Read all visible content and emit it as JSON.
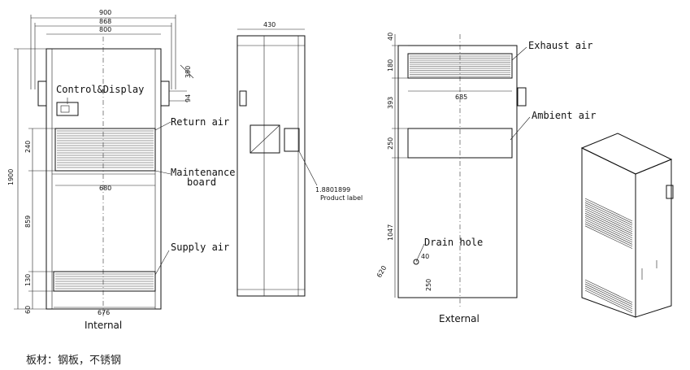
{
  "views": {
    "internal": {
      "caption": "Internal",
      "dims_top": [
        "900",
        "868",
        "800"
      ],
      "dims_left": [
        "1900",
        "240",
        "859",
        "130",
        "60"
      ],
      "dims_right": [
        "390",
        "94"
      ],
      "dim_mid": "680",
      "dim_bottom": "676",
      "callouts": [
        "Control&Display",
        "Return air",
        "Maintenance",
        "board",
        "Supply air"
      ]
    },
    "side": {
      "dim_top": "430",
      "callouts": [
        "1.8801899",
        "Product label"
      ]
    },
    "external": {
      "caption": "External",
      "dims_left": [
        "40",
        "180",
        "393",
        "250",
        "1047",
        "620",
        "250"
      ],
      "dim_exhaust": "685",
      "dim_drain": "40",
      "callouts": [
        "Exhaust air",
        "Ambient air",
        "Drain hole"
      ]
    }
  },
  "footnote": "板材：钢板，不锈钢"
}
